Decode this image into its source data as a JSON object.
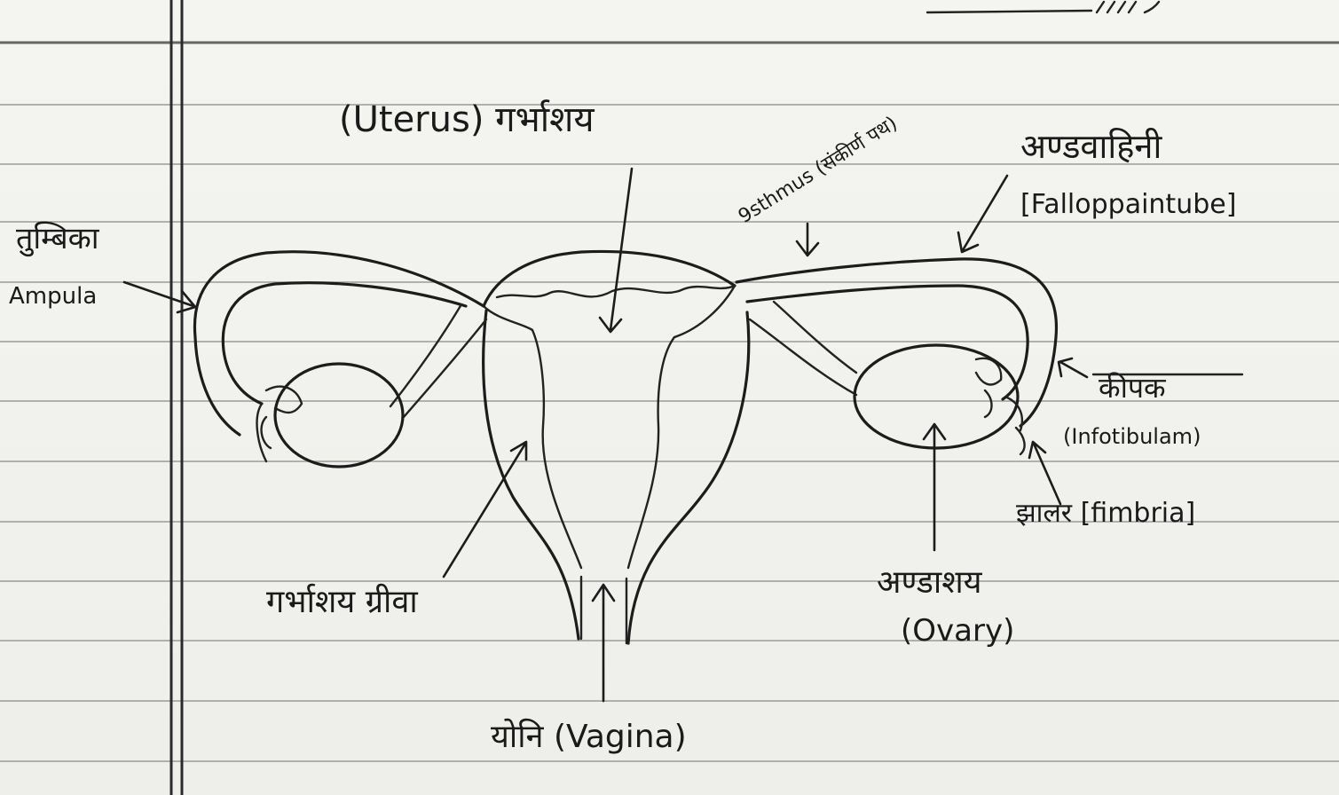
{
  "labels": {
    "uterus": "(Uterus) गर्भाशय",
    "isthmus": "9sthmus (संकीर्ण पथ)",
    "fallopian_hi": "अण्डवाहिनी",
    "fallopian_en": "[Falloppaintube]",
    "ampulla_hi": "तुम्बिका",
    "ampulla_en": "Ampula",
    "infundibulum_hi": "कीपक",
    "infundibulum_en": "(Infotibulam)",
    "fimbria": "झालर [fimbria]",
    "ovary_hi": "अण्डाशय",
    "ovary_en": "(Ovary)",
    "cervix": "गर्भाशय ग्रीवा",
    "vagina": "योनि (Vagina)"
  },
  "colors": {
    "ink": "#1c1c1c",
    "paper": "#f3f3ef",
    "rule": "#9a9a9a"
  }
}
